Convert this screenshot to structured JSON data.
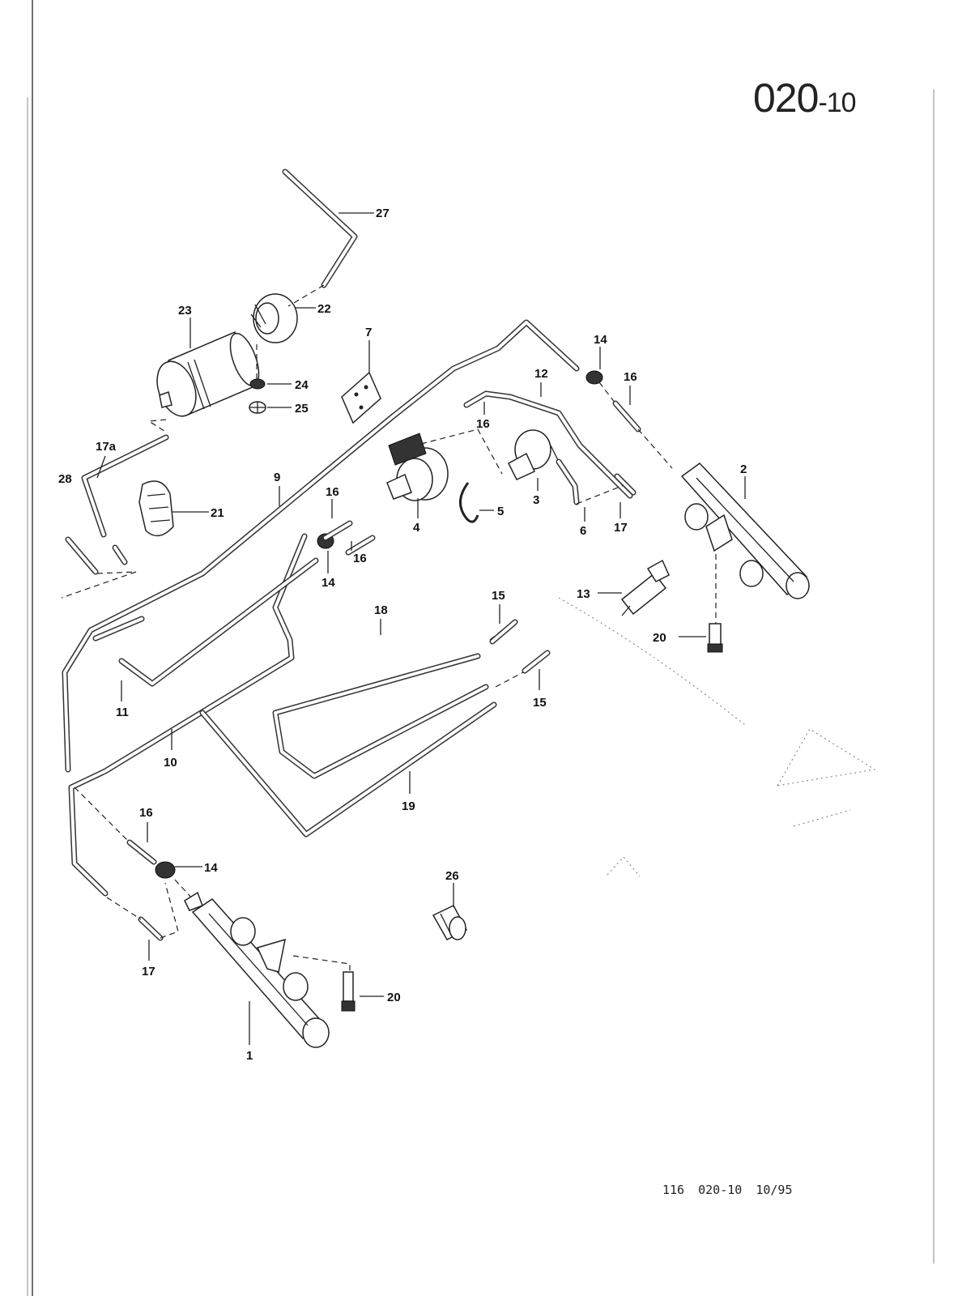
{
  "header": {
    "code_main": "020",
    "code_sub": "-10"
  },
  "footer": {
    "code": "116 020-10 10/95"
  },
  "callouts": [
    {
      "id": "c27",
      "text": "27"
    },
    {
      "id": "c22",
      "text": "22"
    },
    {
      "id": "c23",
      "text": "23"
    },
    {
      "id": "c24",
      "text": "24"
    },
    {
      "id": "c25",
      "text": "25"
    },
    {
      "id": "c7",
      "text": "7"
    },
    {
      "id": "c14a",
      "text": "14"
    },
    {
      "id": "c16a",
      "text": "16"
    },
    {
      "id": "c12",
      "text": "12"
    },
    {
      "id": "c16b",
      "text": "16"
    },
    {
      "id": "c17a",
      "text": "17a"
    },
    {
      "id": "c28",
      "text": "28"
    },
    {
      "id": "c21",
      "text": "21"
    },
    {
      "id": "c9",
      "text": "9"
    },
    {
      "id": "c16c",
      "text": "16"
    },
    {
      "id": "c16d",
      "text": "16"
    },
    {
      "id": "c14b",
      "text": "14"
    },
    {
      "id": "c4",
      "text": "4"
    },
    {
      "id": "c5",
      "text": "5"
    },
    {
      "id": "c3",
      "text": "3"
    },
    {
      "id": "c6",
      "text": "6"
    },
    {
      "id": "c17b",
      "text": "17"
    },
    {
      "id": "c2",
      "text": "2"
    },
    {
      "id": "c13",
      "text": "13"
    },
    {
      "id": "c20a",
      "text": "20"
    },
    {
      "id": "c18",
      "text": "18"
    },
    {
      "id": "c15a",
      "text": "15"
    },
    {
      "id": "c15b",
      "text": "15"
    },
    {
      "id": "c11",
      "text": "11"
    },
    {
      "id": "c10",
      "text": "10"
    },
    {
      "id": "c19",
      "text": "19"
    },
    {
      "id": "c16e",
      "text": "16"
    },
    {
      "id": "c14c",
      "text": "14"
    },
    {
      "id": "c26",
      "text": "26"
    },
    {
      "id": "c17c",
      "text": "17"
    },
    {
      "id": "c20b",
      "text": "20"
    },
    {
      "id": "c1",
      "text": "1"
    }
  ]
}
